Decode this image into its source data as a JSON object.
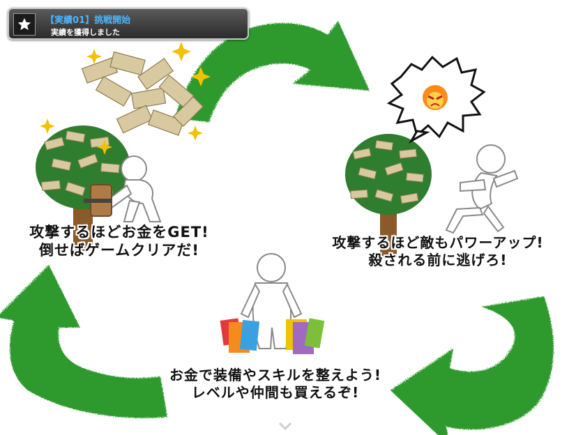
{
  "achievement": {
    "title": "【実績01】挑戦開始",
    "subtitle": "実績を獲得しました",
    "icon": "star-icon"
  },
  "captions": {
    "left": [
      "攻撃するほどお金をGET!",
      "倒せばゲームクリアだ!"
    ],
    "right": [
      "攻撃するほど敵もパワーアップ!",
      "殺される前に逃げろ!"
    ],
    "bottom": [
      "お金で装備やスキルを整えよう!",
      "レベルや仲間も買えるぞ!"
    ]
  },
  "icons": {
    "cycle_arrows": "recycle-arrows-icon",
    "money_tree": "money-tree-icon",
    "player": "player-figure-icon",
    "enemy_angry": "angry-face-icon",
    "scroll_hint": "chevron-down-icon"
  },
  "colors": {
    "arrow_green": "#2f9a2f",
    "arrow_light": "#4bbf3a",
    "tree_leaf": "#2f7d2f",
    "money": "#d8c9a0",
    "achievement_text": "#49b6ff"
  }
}
